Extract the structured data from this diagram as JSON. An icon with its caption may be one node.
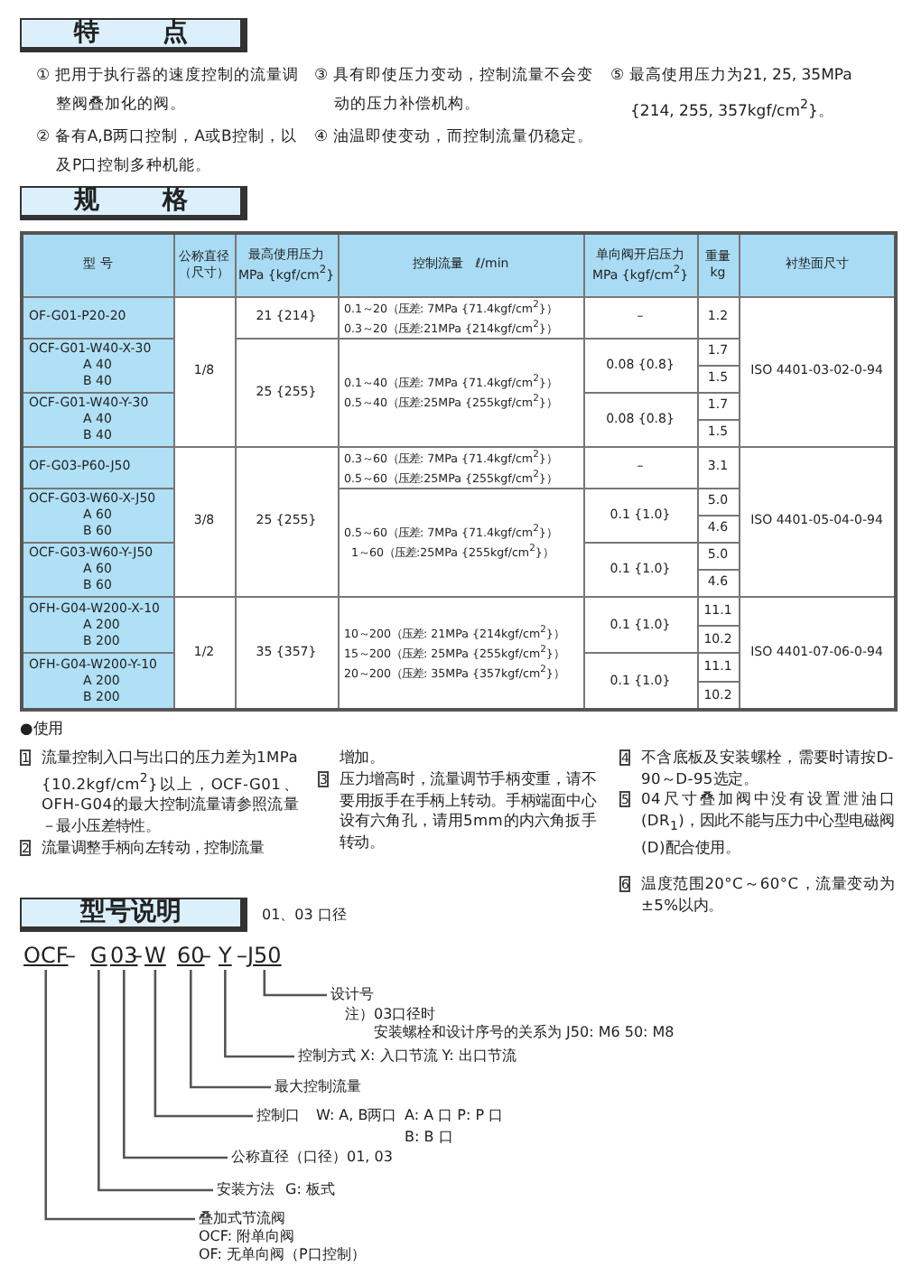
{
  "diagram": {
    "nodes": [
      {
        "text": [
          "特 点"
        ]
      },
      {
        "text": [
          "规 格"
        ]
      },
      {
        "text": [
          "型号说明"
        ]
      },
      {
        "text": [
          "OCF"
        ]
      },
      {
        "text": [
          "G"
        ]
      },
      {
        "text": [
          "03"
        ]
      },
      {
        "text": [
          "W"
        ]
      },
      {
        "text": [
          "60"
        ]
      },
      {
        "text": [
          "Y"
        ]
      },
      {
        "text": [
          "J50"
        ]
      },
      {
        "text": [
          "设计号",
          "注）03口径时",
          "安装螺栓和设计序号的关系为 J50: M6  50: M8"
        ]
      },
      {
        "text": [
          "控制方式 X: 入口节流 Y: 出口节流"
        ]
      },
      {
        "text": [
          "最大控制流量"
        ]
      },
      {
        "text": [
          "控制口",
          "W: A, B两口",
          "A: A 口  P: P 口",
          "B: B 口"
        ]
      },
      {
        "text": [
          "公称直径（口径）01, 03"
        ]
      },
      {
        "text": [
          "安装方法",
          "G: 板式"
        ]
      },
      {
        "text": [
          "叠加式节流阀",
          "OCF: 附单向阀",
          "OF: 无单向阀（P口控制）"
        ]
      }
    ],
    "edges": [
      {
        "from": 9,
        "to": 10,
        "arrow": "none"
      },
      {
        "from": 8,
        "to": 11,
        "arrow": "none"
      },
      {
        "from": 7,
        "to": 12,
        "arrow": "none"
      },
      {
        "from": 6,
        "to": 13,
        "arrow": "none"
      },
      {
        "from": 5,
        "to": 14,
        "arrow": "none"
      },
      {
        "from": 4,
        "to": 15,
        "arrow": "none"
      },
      {
        "from": 3,
        "to": 16,
        "arrow": "none"
      }
    ],
    "labels": [
      "① 把用于执行器的速度控制的流量调整阀叠加化的阀。",
      "② 备有A,B两口控制，A或B控制，以及P口控制多种机能。",
      "③ 具有即使压力变动，控制流量不会变动的压力补偿机构。",
      "④ 油温即使变动，而控制流量仍稳定。",
      "⑤ 最高使用压力为21, 25, 35MPa {214, 255, 357kgf/cm$^{2}$}。",
      "型 号",
      "公称直径",
      "（尺寸）",
      "最高使用压力",
      "MPa {kgf/cm$^{2}$}",
      "控制流量　ℓ/min",
      "单向阀开启压力",
      "MPa {kgf/cm$^{2}$}",
      "重量",
      "kg",
      "衬垫面尺寸",
      "OF-G01-P20-20",
      "1/8",
      "21 {214}",
      "0.1～20（压差: 7MPa {71.4kgf/cm$^{2}$}）",
      "0.3～20（压差:21MPa {214kgf/cm$^{2}$}）",
      "–",
      "1.2",
      "ISO 4401-03-02-0-94",
      "OCF-G01-W40-X-30",
      "A 40",
      "B 40",
      "25 {255}",
      "0.1～40（压差: 7MPa {71.4kgf/cm$^{2}$}）",
      "0.5～40（压差:25MPa {255kgf/cm$^{2}$}）",
      "0.08 {0.8}",
      "1.7",
      "1.5",
      "OCF-G01-W40-Y-30",
      "A 40",
      "B 40",
      "0.08 {0.8}",
      "1.7",
      "1.5",
      "OF-G03-P60-J50",
      "3/8",
      "25 {255}",
      "0.3～60（压差: 7MPa {71.4kgf/cm$^{2}$}）",
      "0.5～60（压差:25MPa {255kgf/cm$^{2}$}）",
      "–",
      "3.1",
      "ISO 4401-05-04-0-94",
      "OCF-G03-W60-X-J50",
      "A 60",
      "B 60",
      "0.5～60（压差: 7MPa {71.4kgf/cm$^{2}$}）",
      "1～60（压差:25MPa {255kgf/cm$^{2}$}）",
      "0.1 {1.0}",
      "5.0",
      "4.6",
      "OCF-G03-W60-Y-J50",
      "A 60",
      "B 60",
      "0.1 {1.0}",
      "5.0",
      "4.6",
      "OFH-G04-W200-X-10",
      "A 200",
      "B 200",
      "1/2",
      "35 {357}",
      "10～200（压差: 21MPa {214kgf/cm$^{2}$}）",
      "15～200（压差: 25MPa {255kgf/cm$^{2}$}）",
      "20～200（压差: 35MPa {357kgf/cm$^{2}$}）",
      "0.1 {1.0}",
      "11.1",
      "ISO 4401-07-06-0-94",
      "10.2",
      "OFH-G04-W200-Y-10",
      "A 200",
      "B 200",
      "0.1 {1.0}",
      "11.1",
      "10.2",
      "●使用",
      "1",
      "流量控制入口与出口的压力差为1MPa {10.2kgf/cm$^{2}$}以上，OCF-G01、OFH-G04的最大控制流量请参照流量－最小压差特性。",
      "2",
      "流量调整手柄向左转动，控制流量",
      "增加。",
      "3",
      "压力增高时，流量调节手柄变重，请不要用扳手在手柄上转动。手柄端面中心设有六角孔，请用5mm的内六角扳手转动。",
      "4",
      "不含底板及安装螺栓，需要时请按D-90～D-95选定。",
      "5",
      "04尺寸叠加阀中没有设置泄油口(DR$_{1}$)，因此不能与压力中心型电磁阀(D)配合使用。",
      "6",
      "温度范围20°C～60°C，流量变动为±5%以内。",
      "01、03 口径",
      "–",
      "–",
      "–",
      "–"
    ]
  }
}
